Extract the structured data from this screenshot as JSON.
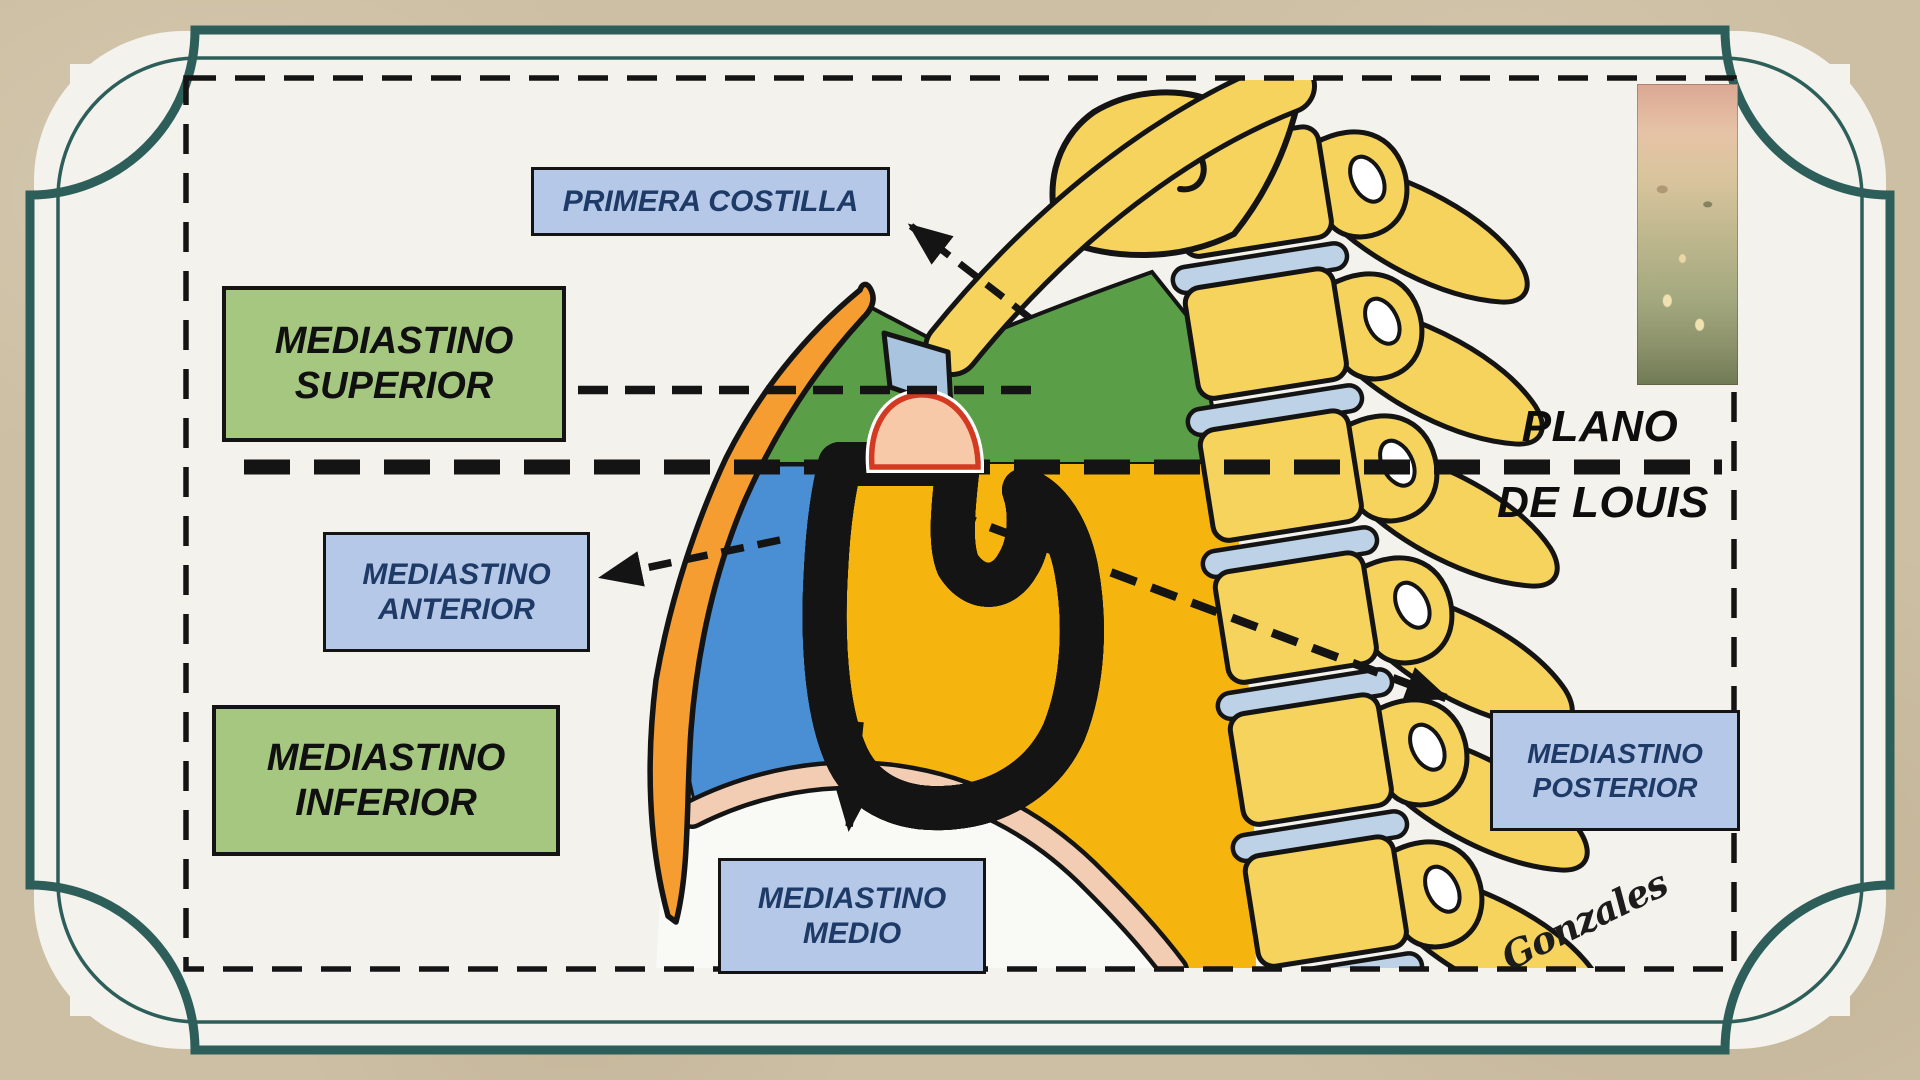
{
  "slide": {
    "callouts": {
      "primera_costilla": {
        "text": "PRIMERA COSTILLA"
      },
      "mediastino_superior": {
        "line1": "MEDIASTINO",
        "line2": "SUPERIOR"
      },
      "mediastino_anterior": {
        "line1": "MEDIASTINO",
        "line2": "ANTERIOR"
      },
      "mediastino_inferior": {
        "line1": "MEDIASTINO",
        "line2": "INFERIOR"
      },
      "mediastino_medio": {
        "line1": "MEDIASTINO",
        "line2": "MEDIO"
      },
      "mediastino_posterior": {
        "line1": "MEDIASTINO",
        "line2": "POSTERIOR"
      }
    },
    "plane_label": {
      "line1": "PLANO",
      "line2": "DE LOUIS"
    },
    "signature": "Gonzales",
    "corner_artwork_icon": "anatomical-engraving-thumbnail",
    "colors": {
      "mat_tan": "#cdbfa3",
      "slide_cream": "#f3f2ec",
      "frame_teal": "#2e5e59",
      "label_blue": "#b6c8e8",
      "label_green": "#a6c77f",
      "label_text_navy": "#1e3a66",
      "region_superior_green": "#5b9e48",
      "region_posterior_amber": "#f6b40e",
      "region_anterior_blue": "#4a8fd3",
      "sternum_orange": "#f59d30",
      "bone_yellow": "#f6d35c",
      "disc_blue": "#bdd2e6",
      "heart_pink": "#f8c9a8",
      "pericardium_gray": "#555555",
      "heart_rim_red": "#d33a22",
      "diaphragm_beige": "#f2cdb4",
      "line_black": "#141414"
    }
  }
}
